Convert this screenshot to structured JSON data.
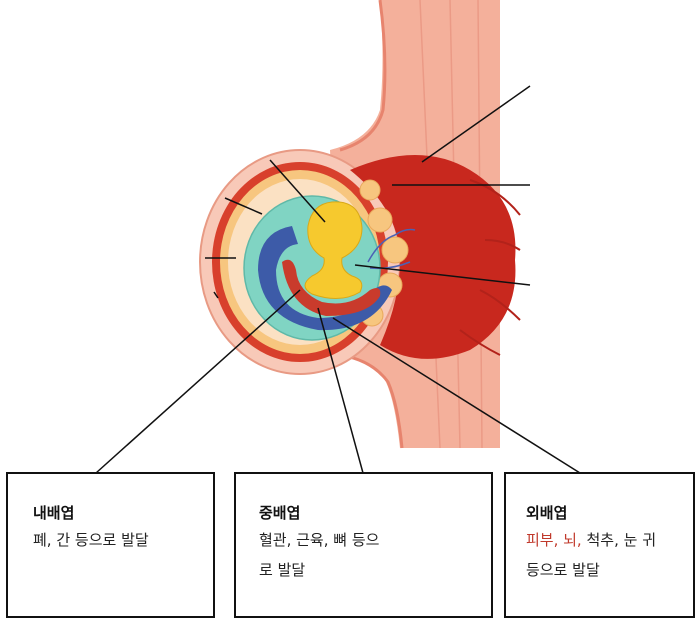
{
  "boxes": {
    "endoderm": {
      "title": "내배엽",
      "body": "폐, 간 등으로 발달"
    },
    "mesoderm": {
      "title": "중배엽",
      "body_line1": "혈관, 근육, 뼈 등으",
      "body_line2": "로 발달"
    },
    "ectoderm": {
      "title": "외배엽",
      "red_part": "피부, 뇌,",
      "rest_line1": " 척추, 눈 귀",
      "body_line2": "등으로 발달"
    }
  },
  "colors": {
    "uterus_wall": "#f2a48f",
    "uterus_light": "#f8c9b8",
    "placenta_red": "#c8281e",
    "amnion_teal": "#7fd3c2",
    "yolk_yellow": "#f6c92e",
    "blue_layer": "#3d5ba8",
    "red_layer": "#c93b2c",
    "highlight_text": "#c0392b"
  }
}
